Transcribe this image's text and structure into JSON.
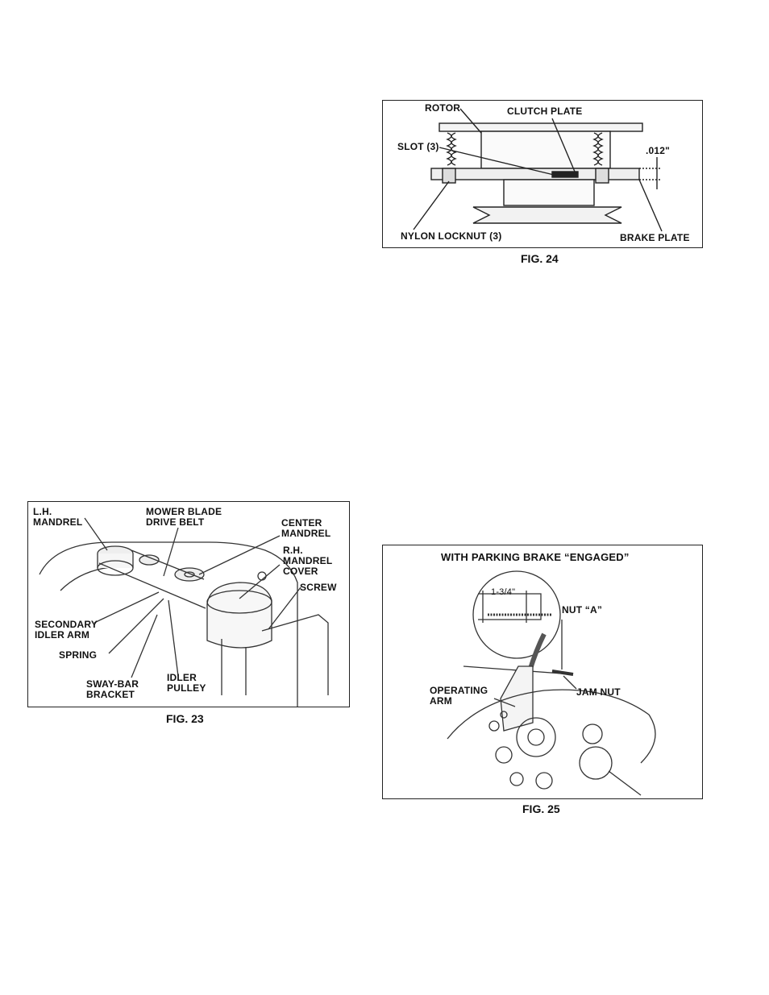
{
  "fig24": {
    "caption": "FIG. 24",
    "labels": {
      "rotor": "ROTOR",
      "clutch_plate": "CLUTCH PLATE",
      "slot": "SLOT (3)",
      "gap": ".012\"",
      "nylon_locknut": "NYLON LOCKNUT (3)",
      "brake_plate": "BRAKE PLATE"
    }
  },
  "fig23": {
    "caption": "FIG. 23",
    "labels": {
      "lh_mandrel_1": "L.H.",
      "lh_mandrel_2": "MANDREL",
      "mower_belt_1": "MOWER BLADE",
      "mower_belt_2": "DRIVE BELT",
      "center_mandrel_1": "CENTER",
      "center_mandrel_2": "MANDREL",
      "rh_cover_1": "R.H.",
      "rh_cover_2": "MANDREL",
      "rh_cover_3": "COVER",
      "screw": "SCREW",
      "secondary_idler_1": "SECONDARY",
      "secondary_idler_2": "IDLER ARM",
      "spring": "SPRING",
      "sway_bar_1": "SWAY-BAR",
      "sway_bar_2": "BRACKET",
      "idler_pulley_1": "IDLER",
      "idler_pulley_2": "PULLEY"
    }
  },
  "fig25": {
    "caption": "FIG. 25",
    "title": "WITH PARKING BRAKE “ENGAGED”",
    "labels": {
      "dimension": "1-3/4\"",
      "nut_a": "NUT “A”",
      "jam_nut": "JAM NUT",
      "operating_arm_1": "OPERATING",
      "operating_arm_2": "ARM"
    }
  }
}
